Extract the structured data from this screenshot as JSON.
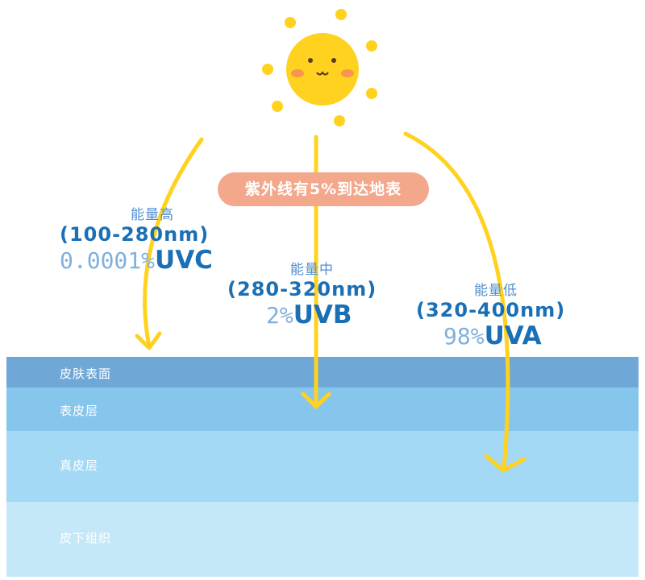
{
  "banner": "紫外线有5%到达地表",
  "uv_bands": [
    {
      "energy": "能量高",
      "range": "(100-280nm)",
      "percent": "0.0001%",
      "band": "UVC"
    },
    {
      "energy": "能量中",
      "range": "(280-320nm)",
      "percent": "2%",
      "band": "UVB"
    },
    {
      "energy": "能量低",
      "range": "(320-400nm)",
      "percent": "98%",
      "band": "UVA"
    }
  ],
  "skin_layers": [
    "皮肤表面",
    "表皮层",
    "真皮层",
    "皮下组织"
  ],
  "colors": {
    "arrow": "#ffd21f",
    "sun": "#ffd21f",
    "banner": "#f3a78b",
    "text_dark": "#1a6fb5",
    "text_light": "#7fb0de"
  },
  "icons": [
    "sun-icon",
    "arrow-icon"
  ]
}
